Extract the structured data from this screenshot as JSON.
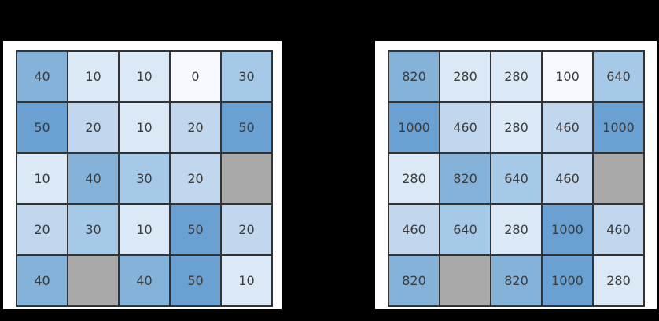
{
  "figure": {
    "background_color": "#000000",
    "panel_color": "#ffffff",
    "cell_border_color": "#333333",
    "cell_text_color": "#3c3c3c",
    "masked_cell_color": "#a9a9a9"
  },
  "chart_data": [
    {
      "type": "heatmap",
      "position": "left",
      "rows": 5,
      "cols": 5,
      "values": [
        [
          40,
          10,
          10,
          0,
          30
        ],
        [
          50,
          20,
          10,
          20,
          50
        ],
        [
          10,
          40,
          30,
          20,
          null
        ],
        [
          20,
          30,
          10,
          50,
          20
        ],
        [
          40,
          null,
          40,
          50,
          10
        ]
      ],
      "value_colors": {
        "0": "#f6fafe",
        "10": "#dbe8f5",
        "20": "#c0d7ee",
        "30": "#a5c9e6",
        "40": "#85b2d9",
        "50": "#6aa1d2"
      },
      "masked_color": "#a9a9a9",
      "colormap": "Blues",
      "value_range": [
        0,
        50
      ],
      "grid_lines": true,
      "notes": "masked cells rendered gray with no label"
    },
    {
      "type": "heatmap",
      "position": "right",
      "rows": 5,
      "cols": 5,
      "values": [
        [
          820,
          280,
          280,
          100,
          640
        ],
        [
          1000,
          460,
          280,
          460,
          1000
        ],
        [
          280,
          820,
          640,
          460,
          null
        ],
        [
          460,
          640,
          280,
          1000,
          460
        ],
        [
          820,
          null,
          820,
          1000,
          280
        ]
      ],
      "value_colors": {
        "100": "#f6fafe",
        "280": "#dbe8f5",
        "460": "#c0d7ee",
        "640": "#a5c9e6",
        "820": "#85b2d9",
        "1000": "#6aa1d2"
      },
      "masked_color": "#a9a9a9",
      "colormap": "Blues",
      "value_range": [
        100,
        1000
      ],
      "grid_lines": true,
      "notes": "masked cells rendered gray with no label"
    }
  ]
}
